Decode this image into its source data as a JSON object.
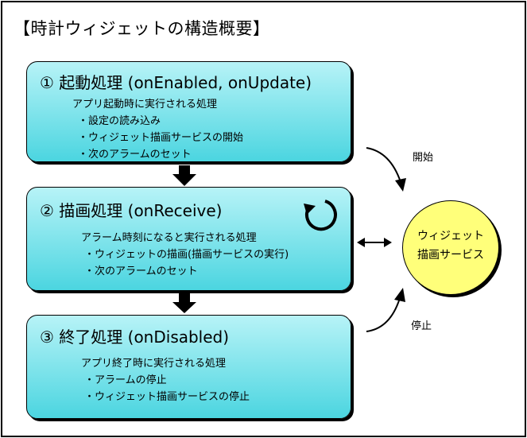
{
  "title": "【時計ウィジェットの構造概要】",
  "boxes": [
    {
      "heading": "① 起動処理 (onEnabled, onUpdate)",
      "description": "アプリ起動時に実行される処理",
      "items": [
        "・設定の読み込み",
        "・ウィジェット描画サービスの開始",
        "・次のアラームのセット"
      ]
    },
    {
      "heading": "② 描画処理 (onReceive)",
      "description": "アラーム時刻になると実行される処理",
      "items": [
        "・ウィジェットの描画(描画サービスの実行)",
        "・次のアラームのセット"
      ],
      "icon": "loop-arrow-icon"
    },
    {
      "heading": "③ 終了処理 (onDisabled)",
      "description": "アプリ終了時に実行される処理",
      "items": [
        "・アラームの停止",
        "・ウィジェット描画サービスの停止"
      ]
    }
  ],
  "service": {
    "line1": "ウィジェット",
    "line2": "描画サービス"
  },
  "labels": {
    "start": "開始",
    "stop": "停止"
  },
  "colors": {
    "box_fill_top": "#b7f3f7",
    "box_fill_bottom": "#4bd5e0",
    "service_fill": "#ffff7a"
  }
}
